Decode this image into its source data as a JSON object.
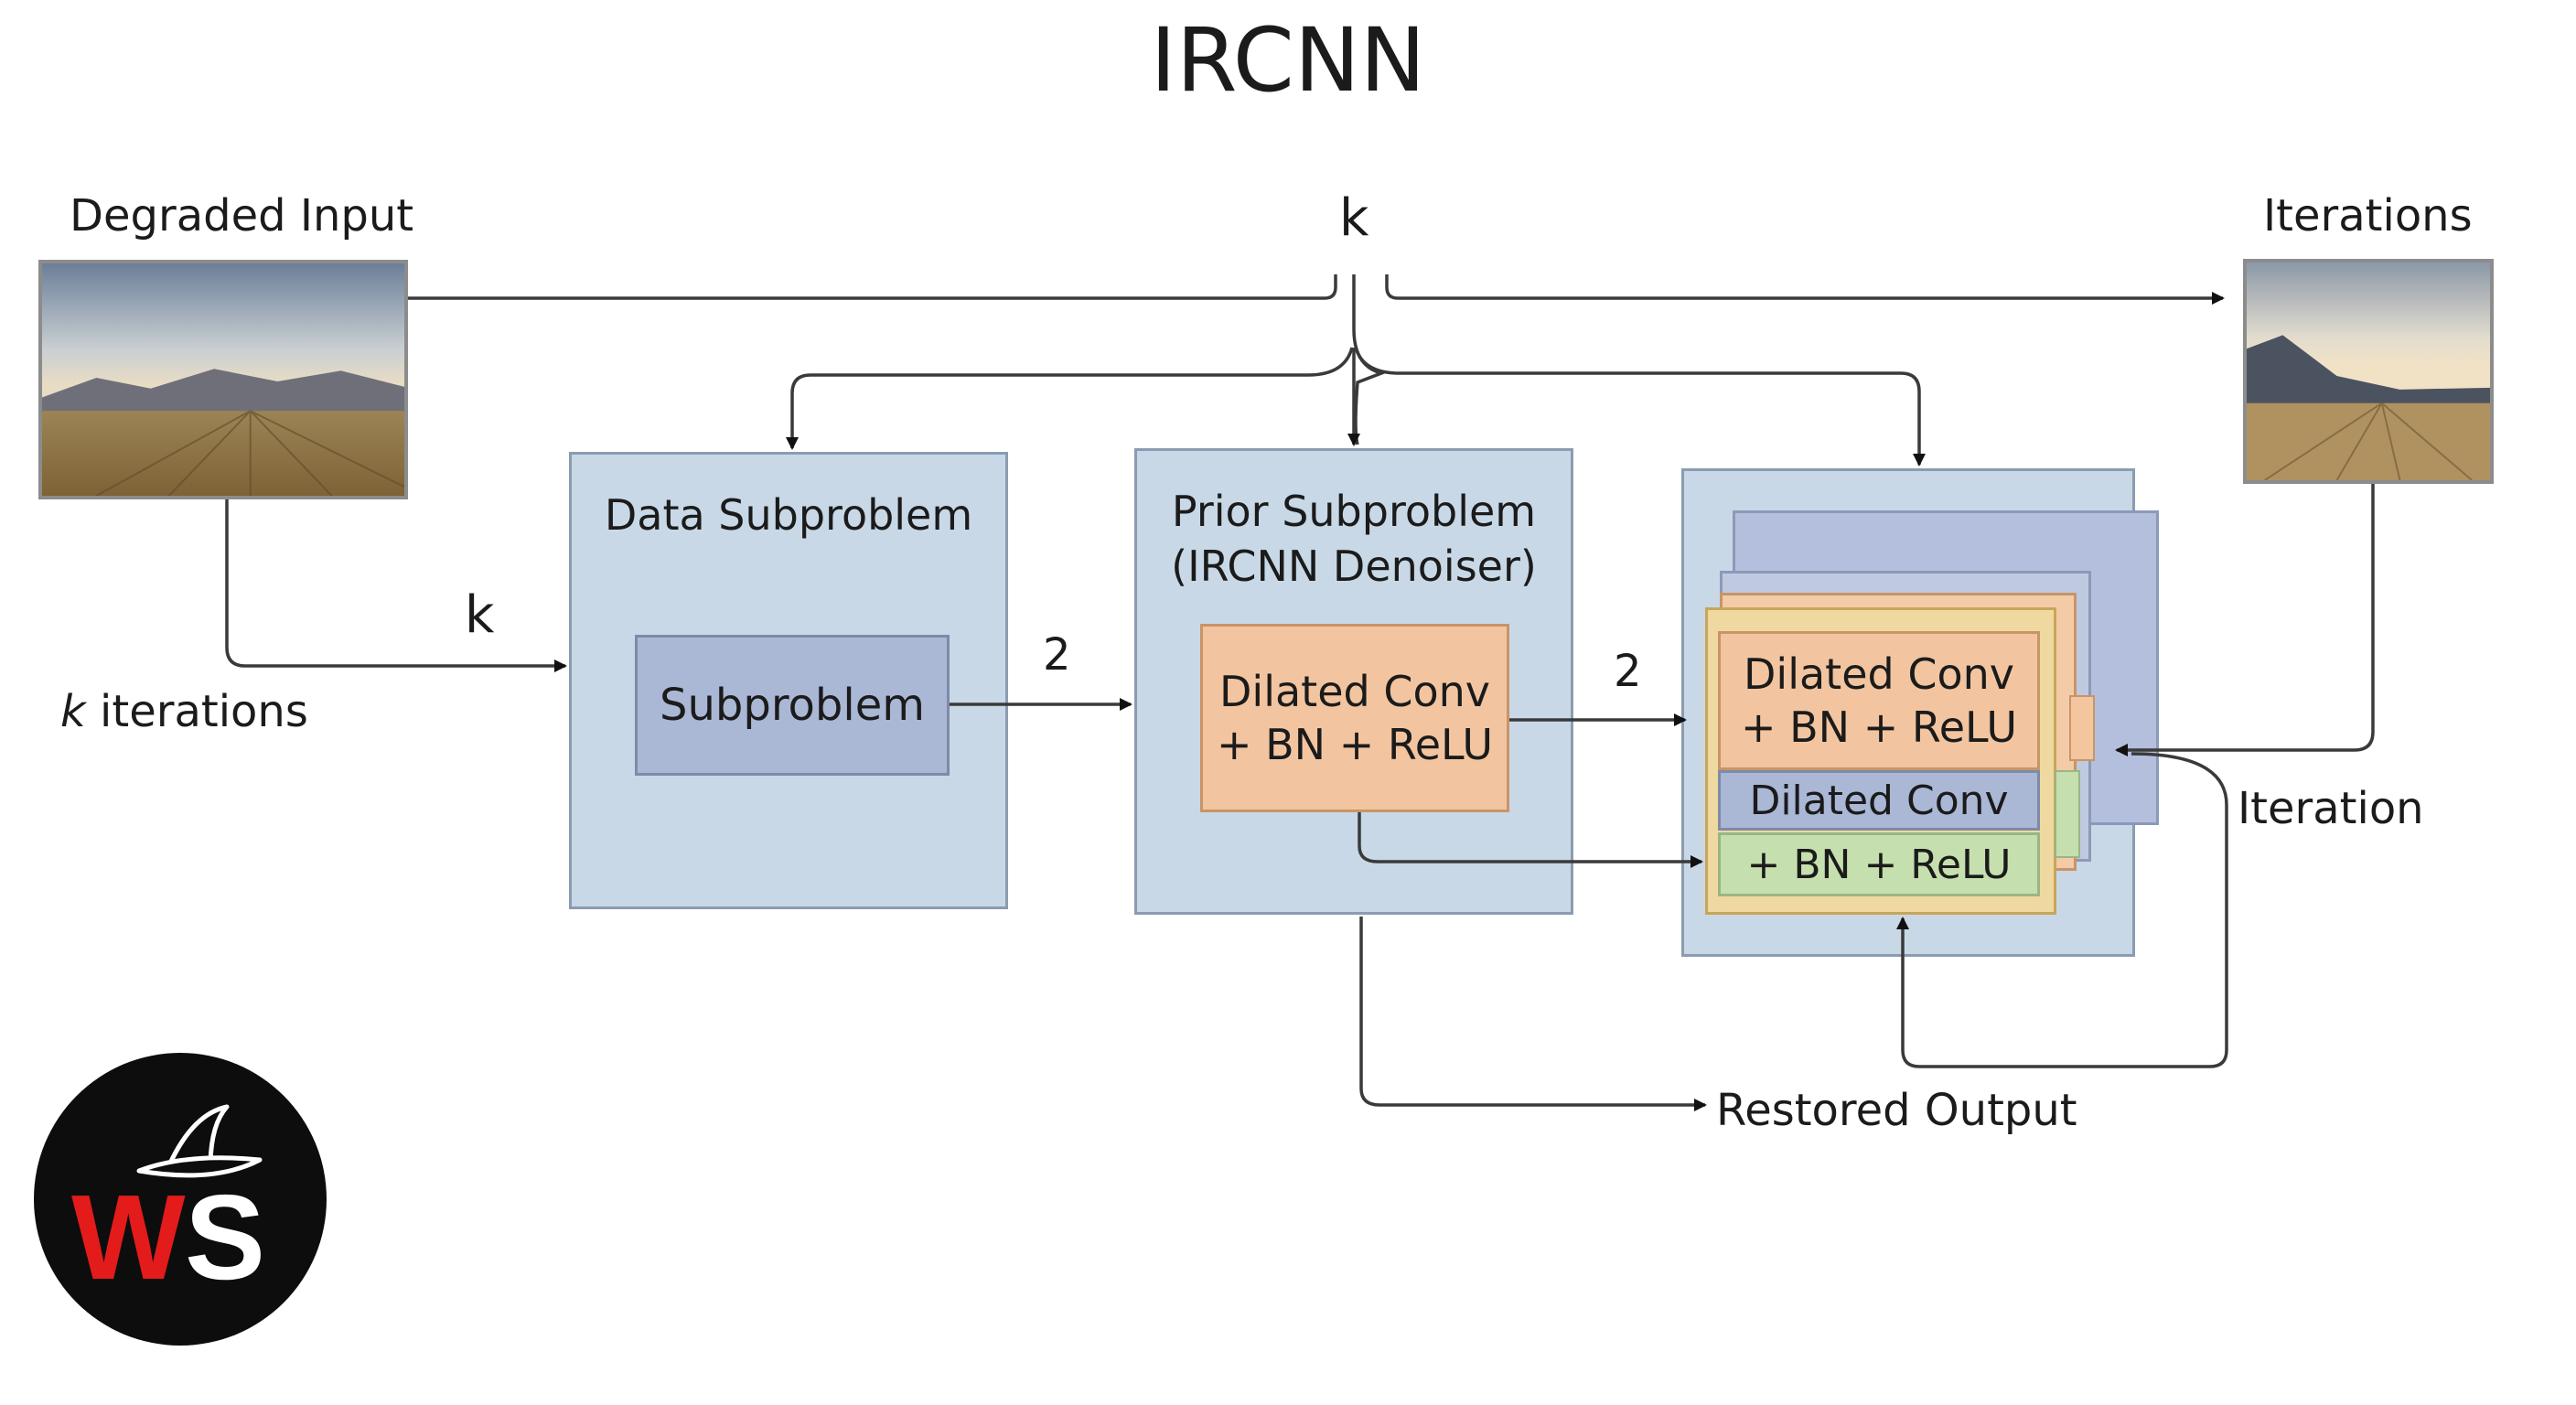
{
  "title": "IRCNN",
  "input_label": "Degraded Input",
  "output_label": "Iterations",
  "k_top": "k",
  "k_left": "k",
  "k_iterations_label": {
    "k": "k",
    "rest": " iterations"
  },
  "data_subproblem": {
    "title": "Data Subproblem",
    "inner": "Subproblem"
  },
  "prior_subproblem": {
    "title_line1": "Prior Subproblem",
    "title_line2": "(IRCNN Denoiser)",
    "inner_line1": "Dilated Conv",
    "inner_line2": "+ BN + ReLU"
  },
  "edge_label_1": "2",
  "edge_label_2": "2",
  "stack": {
    "front_line1": "Dilated Conv",
    "front_line2": "+ BN + ReLU",
    "middle": "Dilated Conv",
    "bottom": "+ BN + ReLU"
  },
  "iteration_label": "Iteration",
  "restored_output_label": "Restored Output",
  "logo": {
    "letters_w": "W",
    "letters_s": "S"
  },
  "colors": {
    "panel": "#c8d8e6",
    "blue_box": "#aab8d6",
    "orange_box": "#f2c5a0",
    "green_box": "#c6dfae",
    "logo_red": "#e31b1b",
    "logo_bg": "#0d0d0d"
  }
}
